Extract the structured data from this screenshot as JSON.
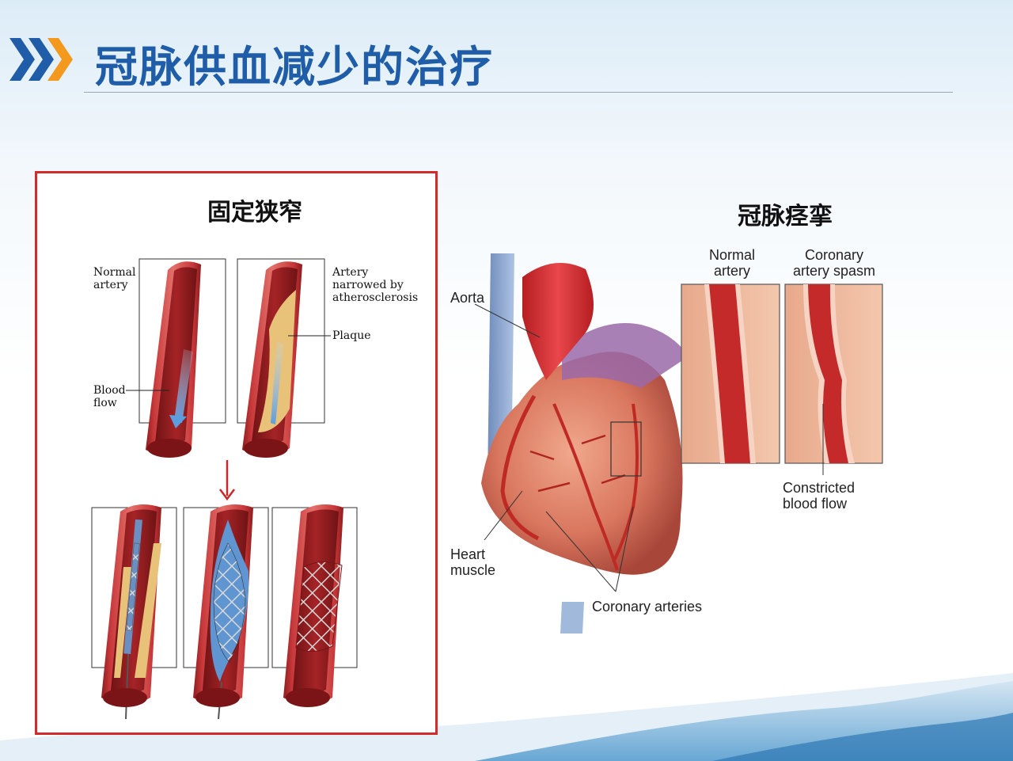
{
  "slide": {
    "title": "冠脉供血减少的治疗"
  },
  "left_panel": {
    "heading": "固定狭窄",
    "labels": {
      "normal_artery": "Normal\nartery",
      "artery_narrowed": "Artery\nnarrowed by\natherosclerosis",
      "plaque": "Plaque",
      "blood_flow": "Blood\nflow"
    }
  },
  "right_panel": {
    "heading": "冠脉痉挛",
    "labels": {
      "aorta": "Aorta",
      "heart_muscle": "Heart\nmuscle",
      "coronary_arteries": "Coronary arteries",
      "normal_artery": "Normal\nartery",
      "coronary_spasm": "Coronary\nartery spasm",
      "constricted": "Constricted\nblood flow"
    }
  },
  "colors": {
    "title_blue": "#1f5da8",
    "chevron_blue": "#1f5da8",
    "chevron_orange": "#f39a1e",
    "panel_border": "#d32a2a",
    "artery_red": "#b8282a",
    "plaque_yellow": "#e9c27a"
  }
}
